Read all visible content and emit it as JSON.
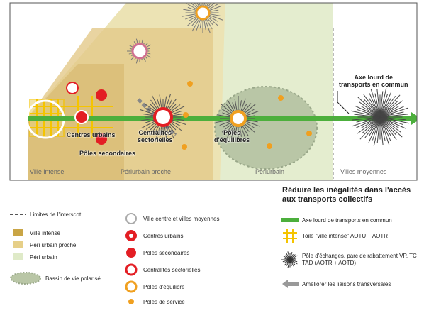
{
  "zones": {
    "ville_intense": "Ville intense",
    "periurbain_proche": "Périurbain proche",
    "periurbain": "Périurbain",
    "villes_moyennes": "Villes moyennes"
  },
  "map_labels": {
    "centres_urbains": "Centres urbains",
    "poles_secondaires": "Pôles secondaires",
    "centralites_line1": "Centralités",
    "centralites_line2": "sectorielles",
    "poles_line1": "Pôles",
    "poles_line2": "d'équilibres",
    "axe_line1": "Axe lourd de",
    "axe_line2": "transports en commun"
  },
  "legend": {
    "title_line1": "Réduire les inégalités dans l'accès",
    "title_line2": "aux transports collectifs",
    "left": [
      {
        "icon": "dashed-line-icon",
        "label": "Limites de l'interscot"
      },
      {
        "icon": "ville-intense-swatch",
        "label": "Ville intense",
        "color": "#c9a545"
      },
      {
        "icon": "peri-urbain-proche-swatch",
        "label": "Péri urbain proche",
        "color": "#e6cf88"
      },
      {
        "icon": "peri-urbain-swatch",
        "label": "Péri urbain",
        "color": "#dfeac8"
      },
      {
        "icon": "bassin-icon",
        "label": "Bassin de vie polarisé"
      }
    ],
    "middle": [
      {
        "icon": "ville-centre-icon",
        "label": "Ville centre et villes moyennes"
      },
      {
        "icon": "centres-urbains-icon",
        "label": "Centres urbains",
        "color": "#e31e24"
      },
      {
        "icon": "poles-secondaires-icon",
        "label": "Pôles secondaires",
        "color": "#e31e24"
      },
      {
        "icon": "centralites-icon",
        "label": "Centralités sectorielles"
      },
      {
        "icon": "poles-equilibre-icon",
        "label": "Pôles d'équilibre"
      },
      {
        "icon": "poles-service-icon",
        "label": "Pôles de service"
      }
    ],
    "right": [
      {
        "icon": "axe-lourd-icon",
        "label": "Axe lourd de transports en commun",
        "color": "#4caf3c"
      },
      {
        "icon": "toile-icon",
        "label": "Toile \"ville intense\" AOTU + AOTR",
        "color": "#f5c400"
      },
      {
        "icon": "pole-echanges-icon",
        "label_line1": "Pôle d'échanges, parc de rabattement VP, TC",
        "label_line2": "TAD (AOTR + AOTD)"
      },
      {
        "icon": "liaisons-arrow-icon",
        "label": "Améliorer les liaisons transversales"
      }
    ]
  },
  "colors": {
    "ville_intense": "#c9a545",
    "periurbain_proche": "#e6cf88",
    "periurbain": "#dfeac8",
    "axe": "#4caf3c",
    "red": "#e31e24",
    "orange": "#f0a020"
  }
}
